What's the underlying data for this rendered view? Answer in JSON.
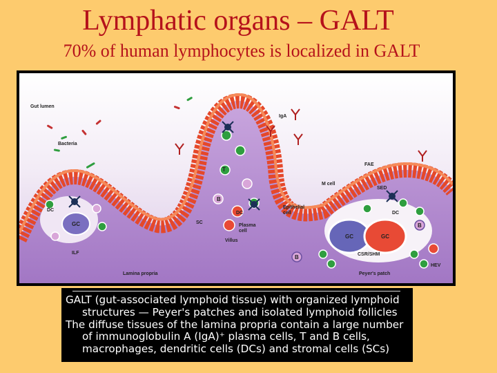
{
  "slide": {
    "title": "Lymphatic organs – GALT",
    "subtitle": "70% of human lymphocytes is localized in GALT"
  },
  "diagram": {
    "labels": {
      "gut_lumen": "Gut lumen",
      "bacteria": "Bacteria",
      "iga": "IgA",
      "fae": "FAE",
      "m_cell": "M cell",
      "sed": "SED",
      "dc": "DC",
      "epithelial_cell_1": "Epithelial",
      "epithelial_cell_2": "cell",
      "plasma_cell_1": "Plasma",
      "plasma_cell_2": "cell",
      "sc": "SC",
      "villus": "Villus",
      "ilf": "ILF",
      "lamina_propria": "Lamina propria",
      "csr_shm": "CSR/SHM",
      "peyers_patch": "Peyer's patch",
      "hev": "HEV",
      "gc": "GC",
      "b": "B",
      "t": "T"
    }
  },
  "caption": {
    "line1": "GALT (gut-associated lymphoid tissue) with organized lymphoid",
    "line2": "structures — Peyer's patches and isolated lymphoid follicles",
    "line3": "The diffuse tissues of the lamina propria contain a large number",
    "line4": "of immunoglobulin A (IgA)⁺ plasma cells, T and B cells,",
    "line5": "macrophages, dendritic cells (DCs) and stromal cells (SCs)"
  }
}
